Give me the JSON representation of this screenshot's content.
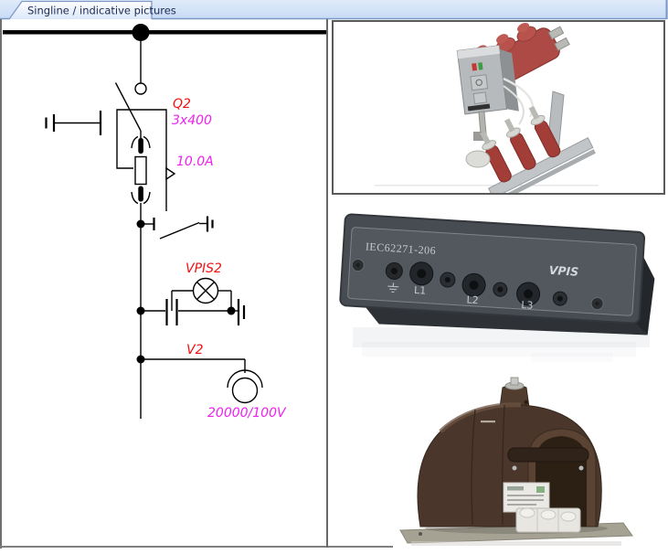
{
  "tab_bar": {
    "tab_label": "Singline / indicative pictures"
  },
  "schematic": {
    "labels": {
      "switch_id": "Q2",
      "switch_rating": "3x400",
      "fuse_rating": "10.0A",
      "vpis_id": "VPIS2",
      "vt_id": "V2",
      "vt_ratio": "20000/100V"
    },
    "colors": {
      "device_id_text": "#ee1111",
      "value_text": "#ee22ee",
      "line": "#000000"
    },
    "symbols": [
      "busbar",
      "load-break-switch-with-fuse",
      "earthing-switch",
      "vpis-capacitive-indicator",
      "voltage-transformer"
    ]
  },
  "pictures": {
    "breaker_render": {
      "name": "vacuum-circuit-breaker-3d-render"
    },
    "vpis_panel_photo": {
      "standard_text": "IEC62271-206",
      "brand_text": "VPIS",
      "phase_labels": [
        "L1",
        "L2",
        "L3"
      ]
    },
    "vt_photo": {
      "name": "mv-voltage-transformer-photo"
    }
  }
}
